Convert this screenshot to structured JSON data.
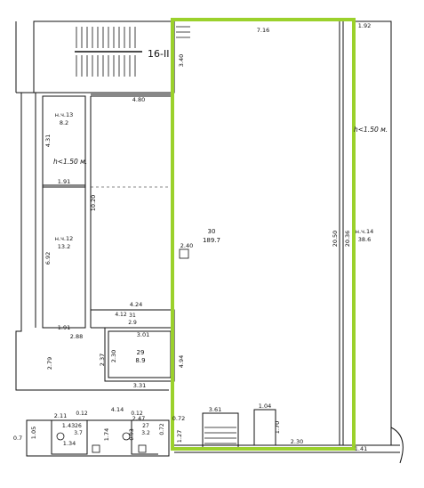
{
  "rooms": [
    {
      "id": "r30",
      "number": "30",
      "area": "189.7"
    },
    {
      "id": "r31",
      "number": "31",
      "area": "2.9"
    },
    {
      "id": "r29",
      "number": "29",
      "area": "8.9"
    },
    {
      "id": "r13",
      "number": "н.ч.13",
      "area": "8.2"
    },
    {
      "id": "r12",
      "number": "н.ч.12",
      "area": "13.2"
    },
    {
      "id": "r14",
      "number": "н.ч.14",
      "area": "38.6"
    },
    {
      "id": "r26",
      "number": "26",
      "area": "3.7"
    },
    {
      "id": "r27",
      "number": "27",
      "area": "3.2"
    }
  ],
  "notes": {
    "stair": "16-II",
    "height_left": "h<1.50 м.",
    "height_right": "h<1.50 м."
  },
  "dims": {
    "d716": "7.16",
    "d192": "1.92",
    "d340": "3.40",
    "d480": "4.80",
    "d431": "4.31",
    "d1020": "10.20",
    "d191a": "1.91",
    "d692": "6.92",
    "d2050": "20.50",
    "d2036": "20.36",
    "d240": "2.40",
    "d424": "4.24",
    "d412": "4.12",
    "d191b": "1.91",
    "d288": "2.88",
    "d301": "3.01",
    "d279": "2.79",
    "d237": "2.37",
    "d230": "2.30",
    "d494": "4.94",
    "d331": "3.31",
    "d361": "3.61",
    "d104": "1.04",
    "d170": "1.70",
    "d230b": "2.30",
    "d141": "1.41",
    "d211": "2.11",
    "d414": "4.14",
    "d247": "2.47",
    "d105": "1.05",
    "d143": "1.43",
    "d134": "1.34",
    "d174": "1.74",
    "d07": "0.7",
    "d072": "0.72",
    "d127": "1.27",
    "d072b": "0.72",
    "d012": "0.12",
    "d012b": "0.12",
    "d093": "0.93"
  },
  "colors": {
    "highlight": "#9bd12c",
    "wall": "#111111"
  }
}
